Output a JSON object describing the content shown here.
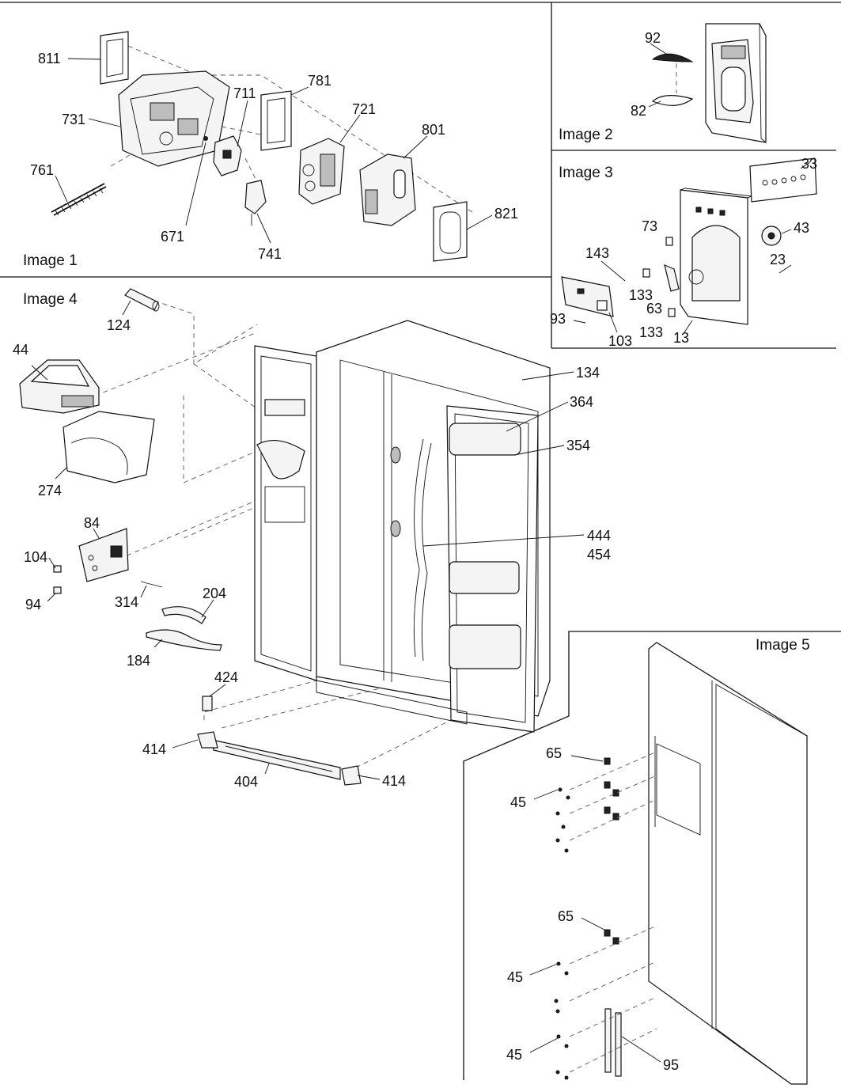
{
  "panels": {
    "image1": "Image 1",
    "image2": "Image 2",
    "image3": "Image 3",
    "image4": "Image 4",
    "image5": "Image 5"
  },
  "parts": {
    "p811": "811",
    "p731": "731",
    "p761": "761",
    "p711": "711",
    "p781": "781",
    "p721": "721",
    "p801": "801",
    "p671": "671",
    "p741": "741",
    "p821": "821",
    "p92": "92",
    "p82": "82",
    "p33": "33",
    "p73": "73",
    "p43": "43",
    "p143": "143",
    "p23": "23",
    "p133a": "133",
    "p63": "63",
    "p93": "93",
    "p133b": "133",
    "p103": "103",
    "p13": "13",
    "p124": "124",
    "p44": "44",
    "p274": "274",
    "p84": "84",
    "p104": "104",
    "p94": "94",
    "p314": "314",
    "p204": "204",
    "p184": "184",
    "p424": "424",
    "p414a": "414",
    "p404": "404",
    "p414b": "414",
    "p134": "134",
    "p364": "364",
    "p354": "354",
    "p444": "444",
    "p454": "454",
    "p65a": "65",
    "p45a": "45",
    "p65b": "65",
    "p45b": "45",
    "p45c": "45",
    "p95": "95"
  }
}
